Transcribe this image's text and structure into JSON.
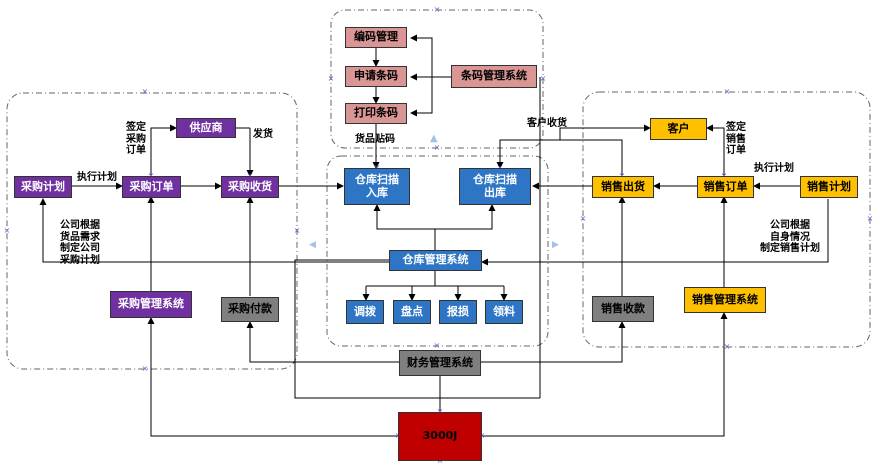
{
  "colors": {
    "purple": "#7030a0",
    "blue": "#2e75c6",
    "yellow": "#ffc000",
    "grey": "#7f7f7f",
    "pink": "#d99694",
    "red": "#c00000"
  },
  "nodes": {
    "bianma": "编码管理",
    "shenqing": "申请条码",
    "dayin": "打印条码",
    "tiaoma_sys": "条码管理系统",
    "gongyingshang": "供应商",
    "caigou_jihua": "采购计划",
    "caigou_dingdan": "采购订单",
    "caigou_shouhuo": "采购收货",
    "caigou_guanli": "采购管理系统",
    "caigou_fukuan": "采购付款",
    "ruku_l1": "仓库扫描",
    "ruku_l2": "入库",
    "chuku_l1": "仓库扫描",
    "chuku_l2": "出库",
    "cangku_sys": "仓库管理系统",
    "diaobo": "调拨",
    "pandian": "盘点",
    "baosun": "报损",
    "lingliao": "领料",
    "caiwu": "财务管理系统",
    "erp": "3000J",
    "kehu": "客户",
    "xiaoshou_chuhuo": "销售出货",
    "xiaoshou_dingdan": "销售订单",
    "xiaoshou_jihua": "销售计划",
    "xiaoshou_shoukuan": "销售收款",
    "xiaoshou_guanli": "销售管理系统"
  },
  "labels": {
    "zhixing1": "执行计划",
    "qianding_l1": "签定",
    "qianding_l2": "采购",
    "qianding_l3": "订单",
    "fahuo": "发货",
    "huopin": "货品贴码",
    "kehu_shouhuo": "客户收货",
    "gs_l1": "公司根据",
    "gs_l2": "货品需求",
    "gs_l3": "制定公司",
    "gs_l4": "采购计划",
    "qd2_l1": "签定",
    "qd2_l2": "销售",
    "qd2_l3": "订单",
    "zhixing2": "执行计划",
    "xs_l1": "公司根据",
    "xs_l2": "自身情况",
    "xs_l3": "制定销售计划"
  },
  "markers": {
    "x": "×",
    "arrow_up": "▲",
    "arrow_left": "◀",
    "arrow_right": "▶"
  }
}
